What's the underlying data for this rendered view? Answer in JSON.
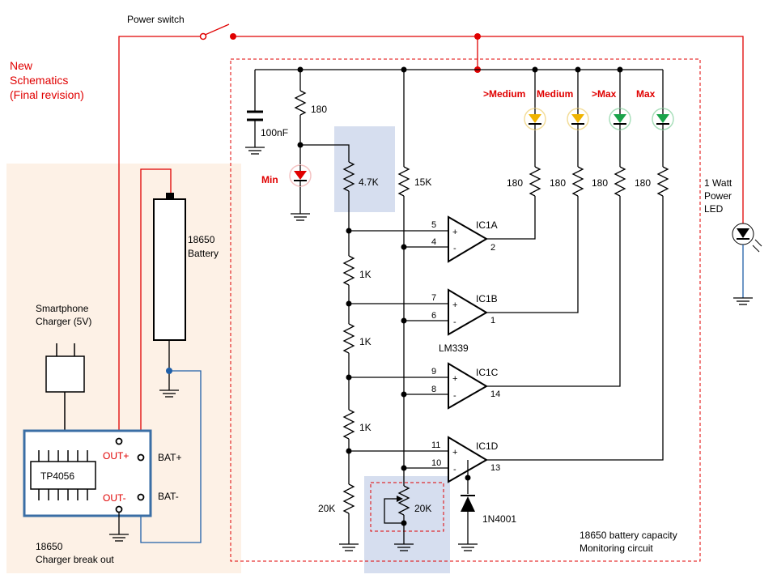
{
  "title_lines": [
    "New",
    "Schematics",
    "(Final revision)"
  ],
  "power_switch": "Power switch",
  "battery": {
    "line1": "18650",
    "line2": "Battery"
  },
  "smartphone_charger": {
    "line1": "Smartphone",
    "line2": "Charger (5V)"
  },
  "charger_module": {
    "chip": "TP4056",
    "out_plus": "OUT+",
    "out_minus": "OUT-",
    "bat_plus": "BAT+",
    "bat_minus": "BAT-",
    "caption_line1": "18650",
    "caption_line2": "Charger break out"
  },
  "capacitor": "100nF",
  "resistors": {
    "r_min": "180",
    "r_47k": "4.7K",
    "r_15k": "15K",
    "r_1k_a": "1K",
    "r_1k_b": "1K",
    "r_1k_c": "1K",
    "r_20k": "20K",
    "trimmer": "20K",
    "led_r1": "180",
    "led_r2": "180",
    "led_r3": "180",
    "led_r4": "180"
  },
  "led_labels": {
    "min": "Min",
    "gt_medium": ">Medium",
    "medium": "Medium",
    "gt_max": ">Max",
    "max": "Max"
  },
  "opamps": [
    {
      "name": "IC1A",
      "pin_plus": "5",
      "pin_minus": "4",
      "pin_out": "2"
    },
    {
      "name": "IC1B",
      "pin_plus": "7",
      "pin_minus": "6",
      "pin_out": "1"
    },
    {
      "name": "IC1C",
      "pin_plus": "9",
      "pin_minus": "8",
      "pin_out": "14"
    },
    {
      "name": "IC1D",
      "pin_plus": "11",
      "pin_minus": "10",
      "pin_out": "13"
    }
  ],
  "opamp_symbols": {
    "plus": "+",
    "minus": "-"
  },
  "ic_part": "LM339",
  "diode": "1N4001",
  "power_led": {
    "line1": "1 Watt",
    "line2": "Power",
    "line3": "LED"
  },
  "monitor_caption": {
    "line1": "18650 battery capacity",
    "line2": "Monitoring circuit"
  },
  "colors": {
    "wire": "#000000",
    "power_wire": "#e00000",
    "blue_wire": "#1f5fa8",
    "module_border": "#3a6ea5",
    "charger_bg": "#fdf1e6",
    "highlight_bg": "#d6deef",
    "led_red": "#e00000",
    "led_yellow": "#f0b400",
    "led_green": "#1aa34a"
  }
}
